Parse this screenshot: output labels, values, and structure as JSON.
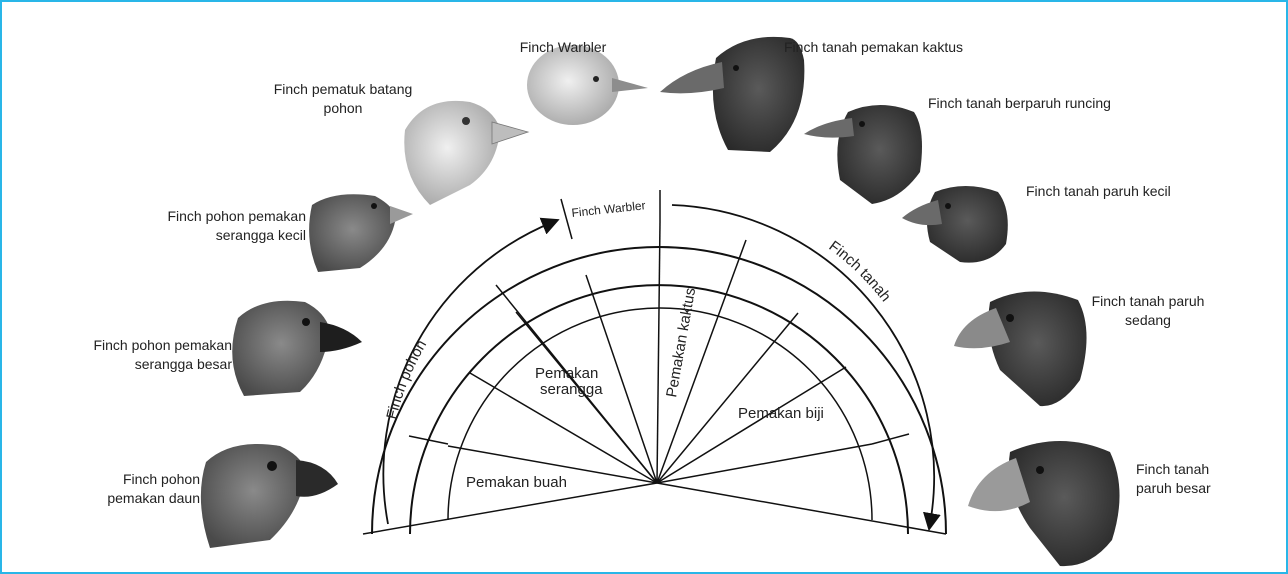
{
  "birds": [
    {
      "name": "Finch Warbler"
    },
    {
      "name": "Finch pematuk batang pohon"
    },
    {
      "name": "Finch pohon pemakan serangga kecil"
    },
    {
      "name": "Finch pohon pemakan serangga besar"
    },
    {
      "name": "Finch pohon pemakan daun"
    },
    {
      "name": "Finch tanah pemakan kaktus"
    },
    {
      "name": "Finch tanah berparuh runcing"
    },
    {
      "name": "Finch tanah paruh kecil"
    },
    {
      "name": "Finch tanah paruh sedang"
    },
    {
      "name": "Finch tanah paruh besar"
    }
  ],
  "groups": {
    "left": "Finch pohon",
    "right": "Finch tanah",
    "top": "Finch Warbler"
  },
  "diets": {
    "insects": "Pemakan serangga",
    "cactus": "Pemakan kaktus",
    "seeds": "Pemakan biji",
    "fruit": "Pemakan buah"
  },
  "colors": {
    "frame": "#29b6e8",
    "ground_finch": "#3a3a3a",
    "tree_finch": "#6f6f6f",
    "light_finch": "#cfcfcf"
  }
}
